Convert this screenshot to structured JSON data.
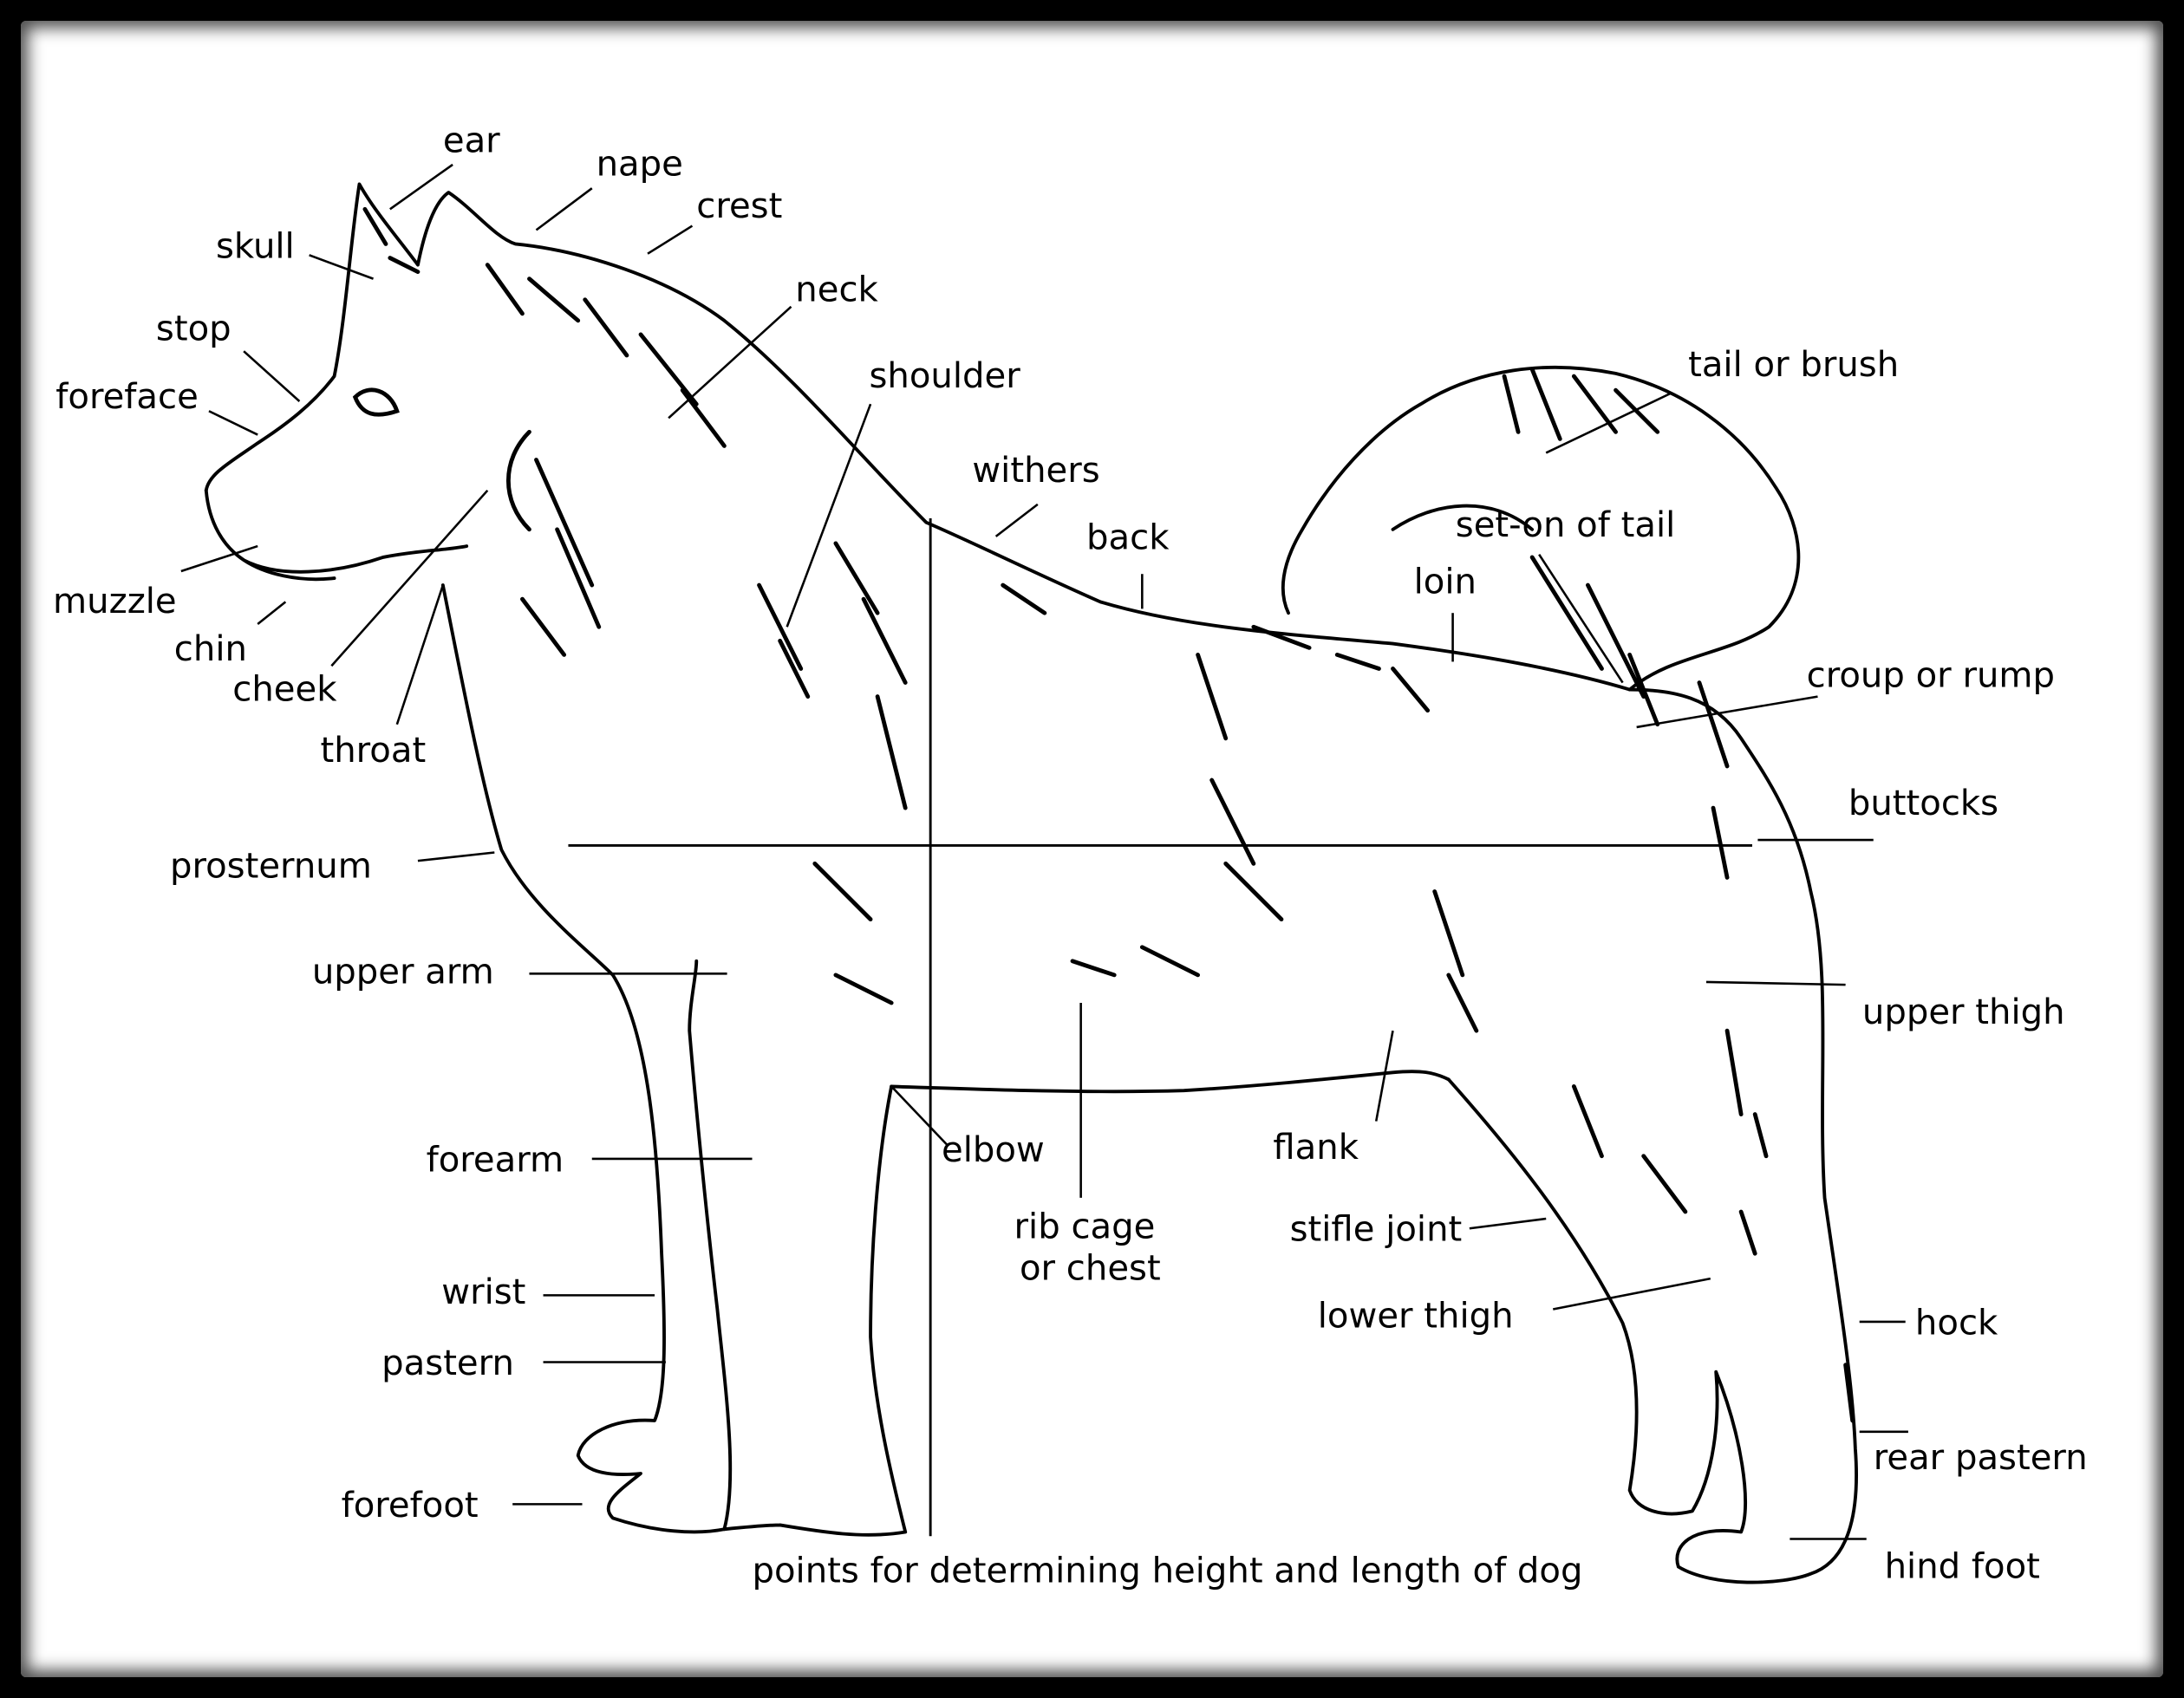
{
  "diagram": {
    "caption": "points for determining height and length of dog",
    "labels": {
      "ear": "ear",
      "nape": "nape",
      "crest": "crest",
      "skull": "skull",
      "neck": "neck",
      "stop": "stop",
      "foreface": "foreface",
      "shoulder": "shoulder",
      "tail": "tail or brush",
      "withers": "withers",
      "back": "back",
      "set_on": "set-on of tail",
      "loin": "loin",
      "muzzle": "muzzle",
      "chin": "chin",
      "cheek": "cheek",
      "croup": "croup or rump",
      "throat": "throat",
      "buttocks": "buttocks",
      "prosternum": "prosternum",
      "upper_arm": "upper arm",
      "upper_thigh": "upper thigh",
      "forearm": "forearm",
      "elbow": "elbow",
      "flank": "flank",
      "rib_cage_1": "rib cage",
      "rib_cage_2": "or chest",
      "stifle": "stifle joint",
      "wrist": "wrist",
      "lower_thigh": "lower thigh",
      "hock": "hock",
      "pastern": "pastern",
      "rear_pastern": "rear pastern",
      "forefoot": "forefoot",
      "hind_foot": "hind foot"
    }
  }
}
